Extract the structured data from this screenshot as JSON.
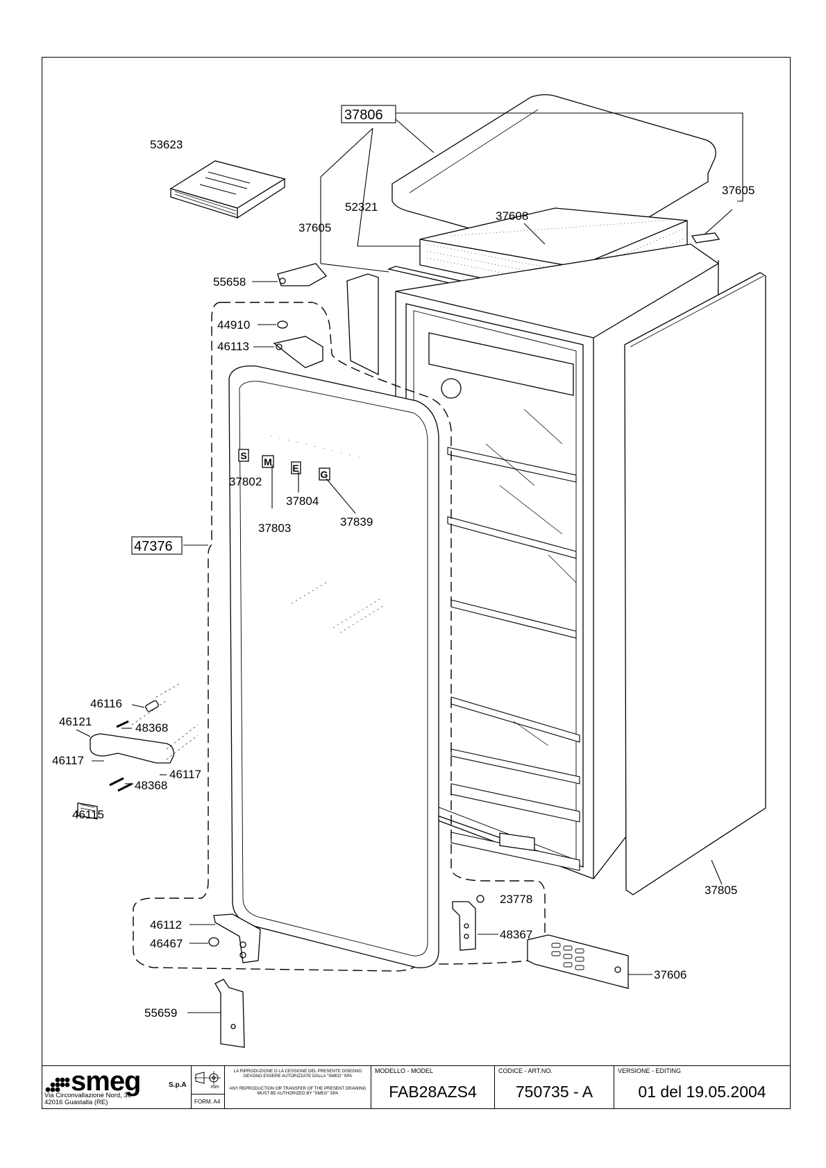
{
  "labels": {
    "p37806": "37806",
    "p53623": "53623",
    "p52321": "52321",
    "p37605_left": "37605",
    "p37605_right": "37605",
    "p37608": "37608",
    "p55658": "55658",
    "p44910": "44910",
    "p46113": "46113",
    "p37802": "37802",
    "p37803": "37803",
    "p37804": "37804",
    "p37839": "37839",
    "p47376": "47376",
    "p46116": "46116",
    "p46121": "46121",
    "p48368_top": "48368",
    "p46117_left": "46117",
    "p46117_right": "46117",
    "p48368_bottom": "48368",
    "p46115": "46115",
    "p23778": "23778",
    "p48367": "48367",
    "p46112": "46112",
    "p46467": "46467",
    "p37606": "37606",
    "p55659": "55659",
    "p37805": "37805"
  },
  "logo_letters": [
    "S",
    "M",
    "E",
    "G"
  ],
  "title_block": {
    "brand": "smeg",
    "brand_suffix": "S.p.A",
    "address_line1": "Via Circonvallazione Nord, 36",
    "address_line2": "42016  Guastalla (RE)",
    "format": "FORM. A4",
    "unit": "mm",
    "notice_it": "LA RIPRODUZIONE O LA CESSIONE DEL PRESENTE DISEGNO DEVONO ESSERE AUTORIZZATE DALLA \"SMEG\" SPA",
    "notice_en": "ANY REPRODUCTION OR TRANSFER OF THE PRESENT DRAWING MUST BE AUTHORIZED BY \"SMEG\" SPA",
    "model_caption": "MODELLO - MODEL",
    "model_value": "FAB28AZS4",
    "code_caption": "CODICE - ART.NO.",
    "code_value": "750735 - A",
    "version_caption": "VERSIONE - EDITING",
    "version_value": "01 del 19.05.2004"
  }
}
